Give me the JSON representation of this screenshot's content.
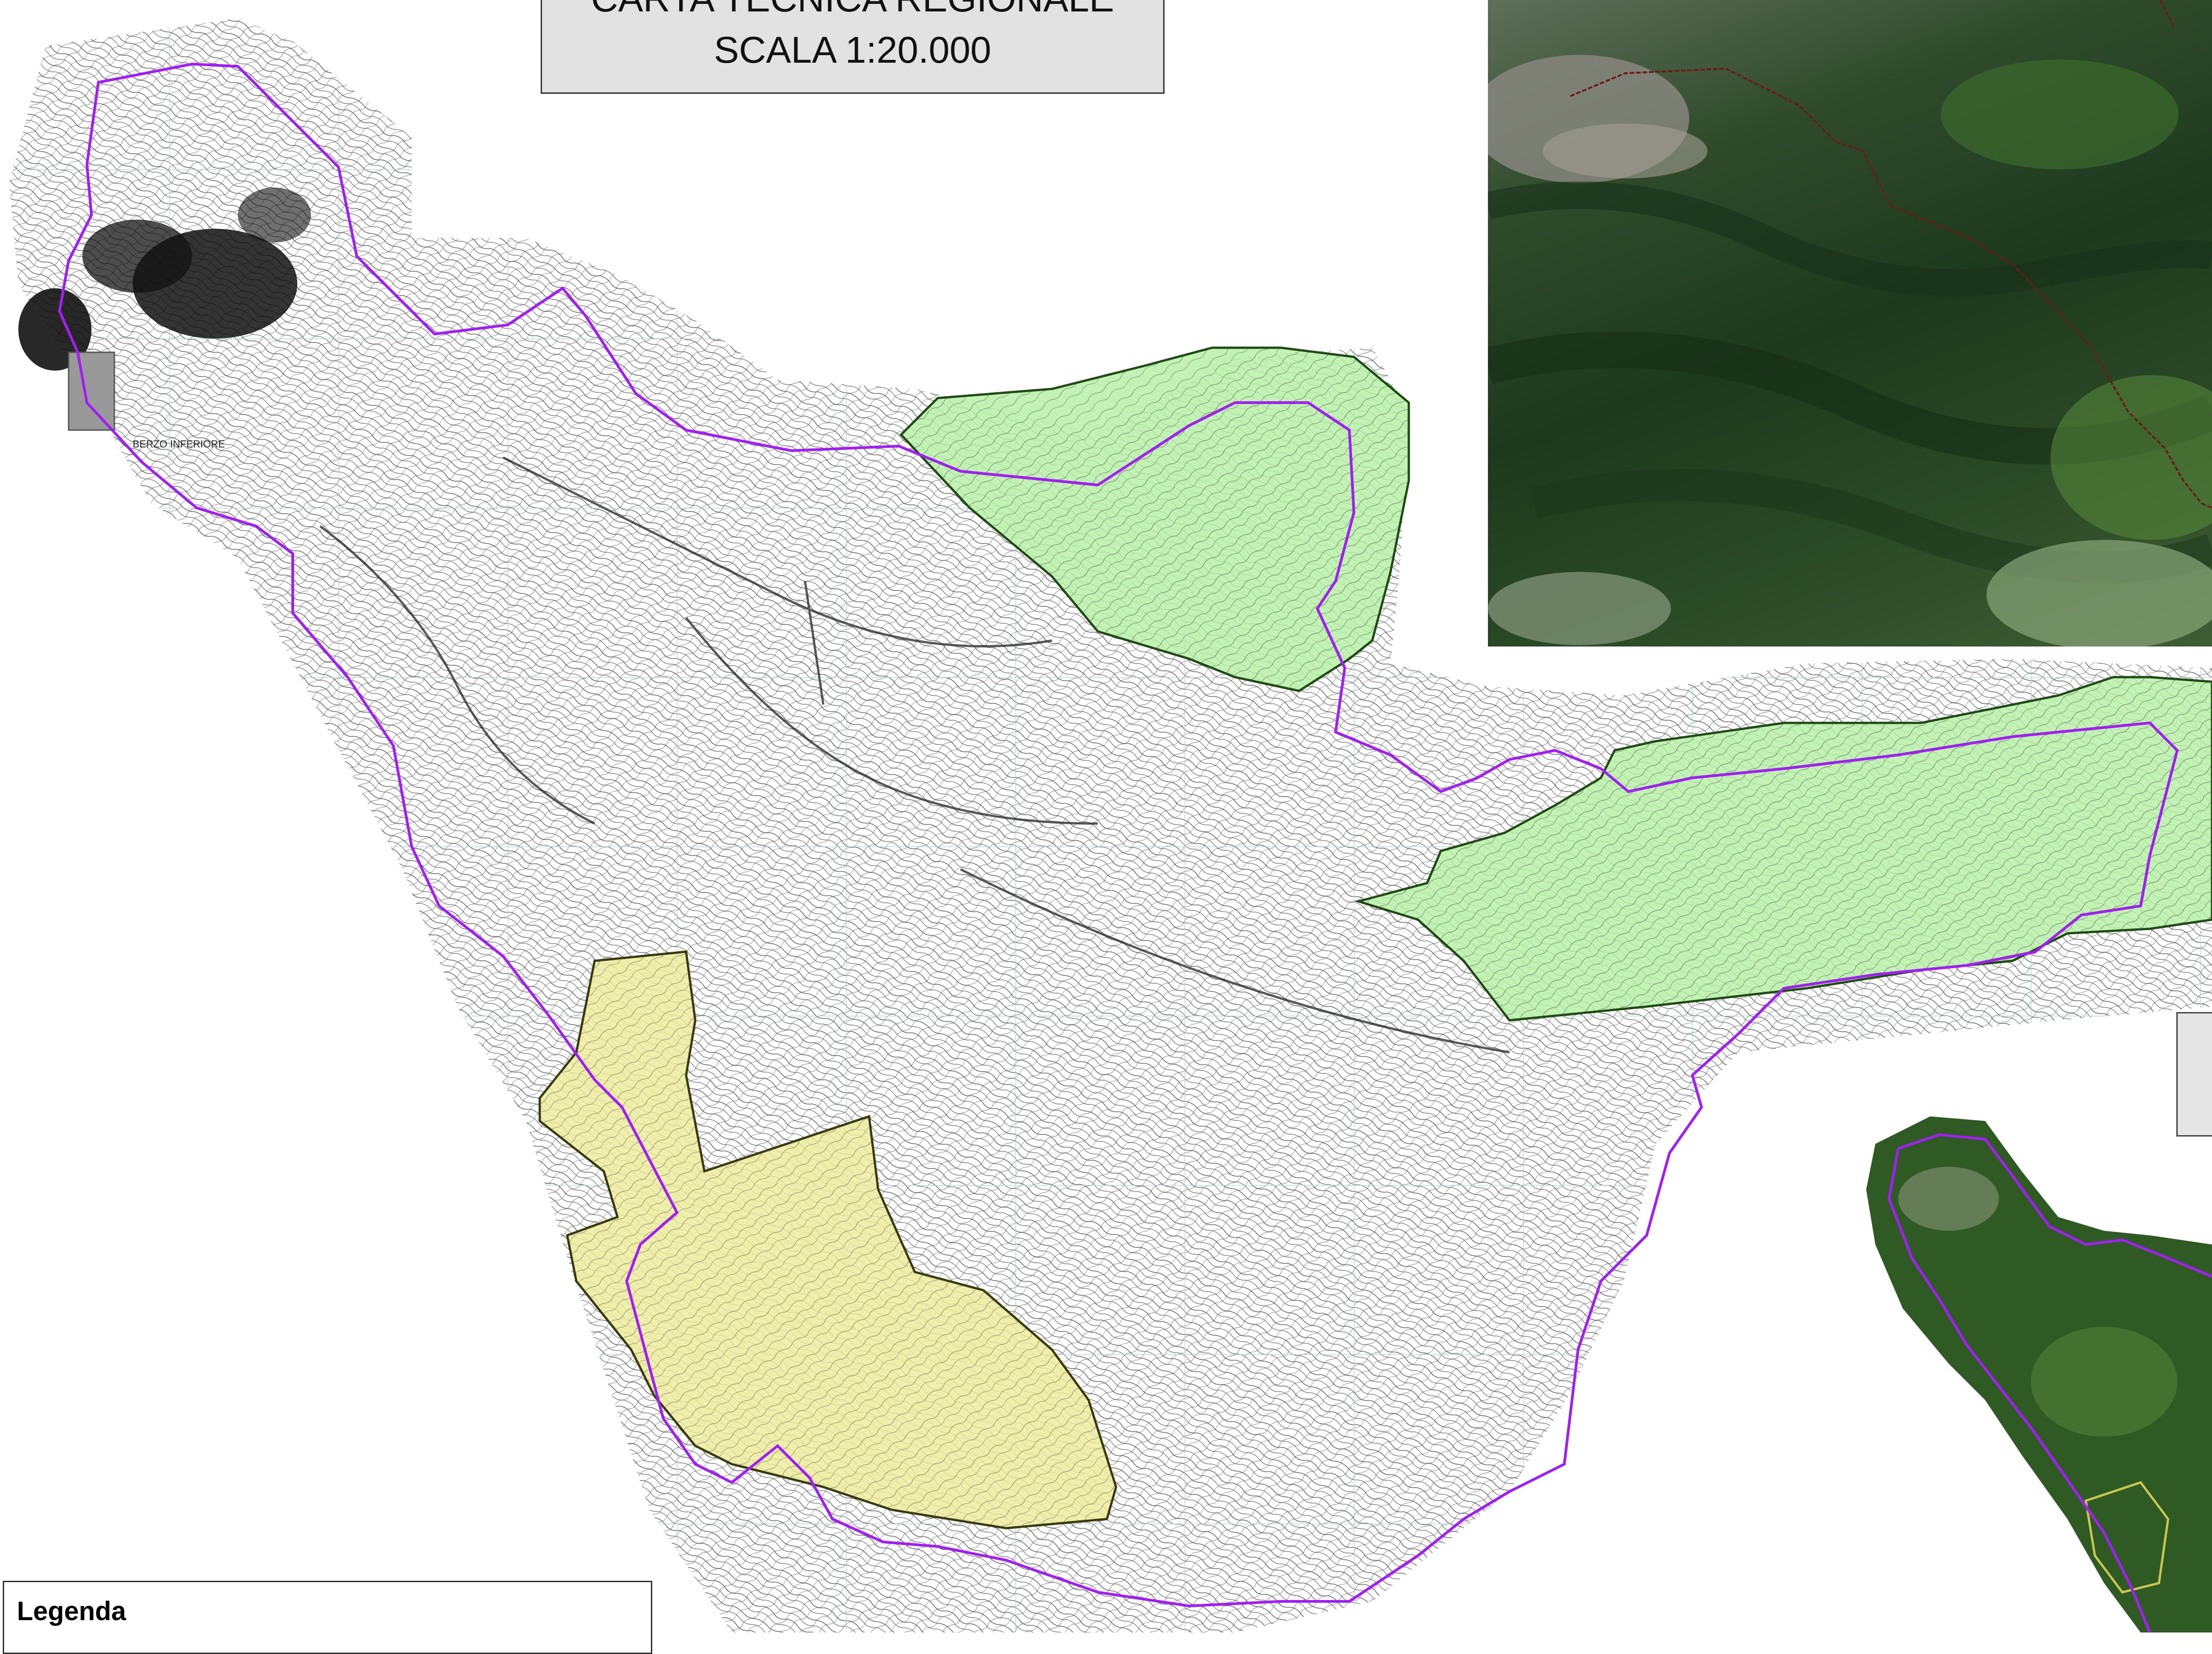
{
  "title": {
    "line1": "CARTA TECNICA REGIONALE",
    "line2": "SCALA 1:20.000"
  },
  "legend": {
    "title": "Legenda"
  },
  "map": {
    "place_labels": [
      "BERZO INFERIORE"
    ]
  },
  "colors": {
    "boundary": "#a020f0",
    "green_zone": "#b8f0a8",
    "yellow_zone": "#ecec9c",
    "zone_outline": "#2a5a1a",
    "topo_lines": "#555555"
  },
  "icons": {
    "boundary": "purple-boundary-line",
    "zones": "shaded-area-polygon"
  }
}
